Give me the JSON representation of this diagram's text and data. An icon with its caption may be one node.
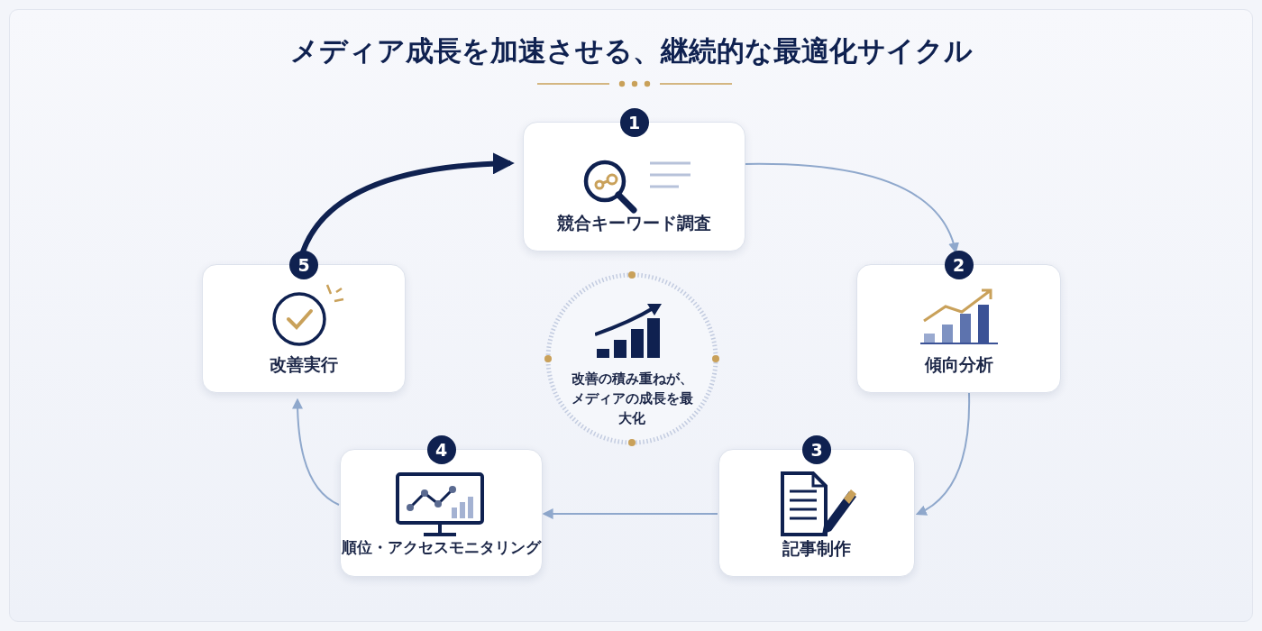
{
  "diagram": {
    "title": "メディア成長を加速させる、継続的な最適化サイクル",
    "nodes": [
      {
        "text": [
          "1",
          "競合キーワード調査"
        ]
      },
      {
        "text": [
          "2",
          "傾向分析"
        ]
      },
      {
        "text": [
          "3",
          "記事制作"
        ]
      },
      {
        "text": [
          "4",
          "順位・アクセスモニタリング"
        ]
      },
      {
        "text": [
          "5",
          "改善実行"
        ]
      },
      {
        "text": [
          "改善の積み重ねが、メディアの成長を最大化"
        ]
      }
    ],
    "edges": [
      {
        "from": 0,
        "to": 1,
        "arrow": "to"
      },
      {
        "from": 1,
        "to": 2,
        "arrow": "to"
      },
      {
        "from": 2,
        "to": 3,
        "arrow": "to"
      },
      {
        "from": 3,
        "to": 4,
        "arrow": "to"
      },
      {
        "from": 4,
        "to": 0,
        "arrow": "to",
        "style": "thick",
        "color": "#0f2150"
      }
    ]
  }
}
